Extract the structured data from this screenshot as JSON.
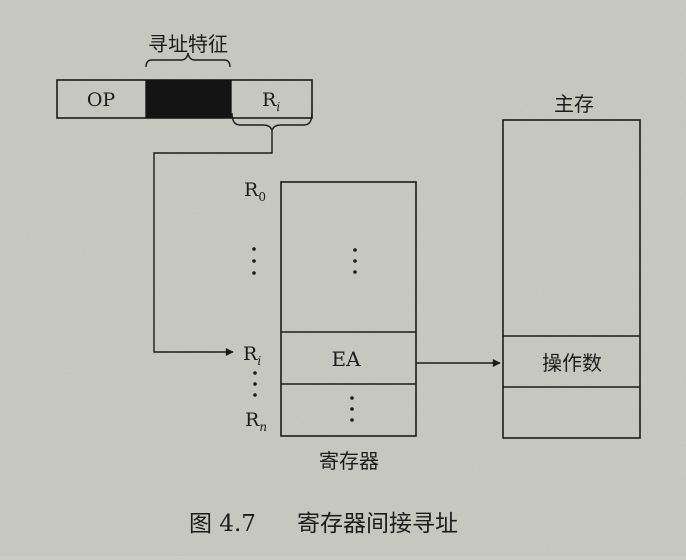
{
  "diagram": {
    "instruction": {
      "feature_label": "寻址特征",
      "op_label": "OP",
      "reg_label": "R",
      "reg_subscript": "i"
    },
    "register_file": {
      "rows": [
        {
          "label": "R",
          "subscript": "0"
        },
        {
          "label": "R",
          "subscript": "i"
        },
        {
          "label": "R",
          "subscript": "n"
        }
      ],
      "cell_ea": "EA",
      "caption": "寄存器"
    },
    "memory": {
      "title": "主存",
      "operand": "操作数"
    }
  },
  "figure": {
    "number": "图 4.7",
    "title": "寄存器间接寻址"
  }
}
